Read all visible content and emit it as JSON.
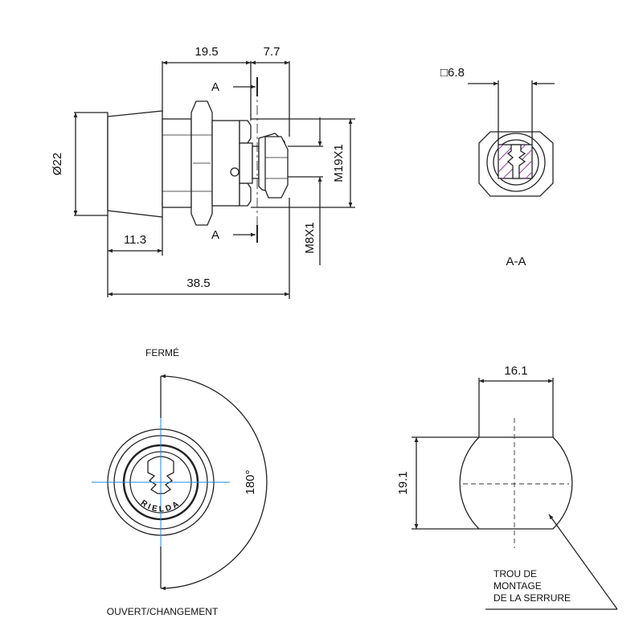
{
  "dimensions": {
    "length_front": "19.5",
    "length_rear": "7.7",
    "diameter": "Ø22",
    "head_length": "11.3",
    "total_length": "38.5",
    "thread_body": "M19X1",
    "thread_rear": "M8X1",
    "square": "□6.8",
    "cutout_width": "16.1",
    "cutout_height": "19.1",
    "rotation": "180°"
  },
  "labels": {
    "section_top": "A",
    "section_bottom": "A",
    "section_title": "A-A",
    "closed": "FERMÉ",
    "open": "OUVERT/CHANGEMENT",
    "mounting_line1": "TROU DE",
    "mounting_line2": "MONTAGE",
    "mounting_line3": "DE LA SERRURE",
    "brand": "RIELDA"
  },
  "colors": {
    "line": "#222222",
    "axis_blue": "#1e88e5",
    "hatch_purple": "#8e44ad"
  }
}
